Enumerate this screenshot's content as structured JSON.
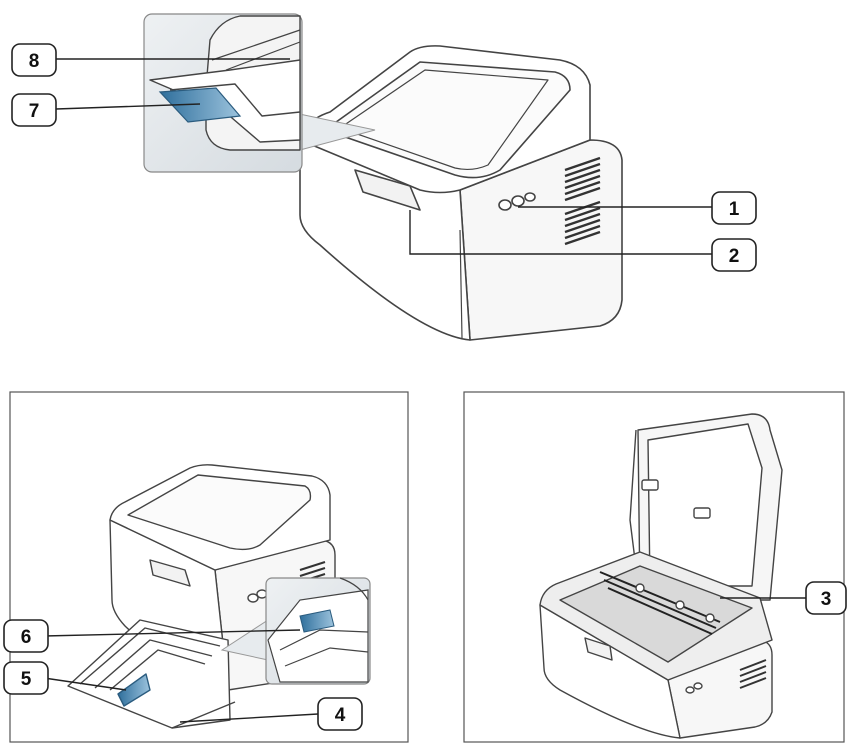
{
  "callouts": {
    "c1": "1",
    "c2": "2",
    "c3": "3",
    "c4": "4",
    "c5": "5",
    "c6": "6",
    "c7": "7",
    "c8": "8"
  },
  "colors": {
    "outline": "#444444",
    "body_fill": "#ffffff",
    "inset_panel": "#e4e8eb",
    "blue_part": "#5b93b8",
    "vent": "#333333"
  }
}
